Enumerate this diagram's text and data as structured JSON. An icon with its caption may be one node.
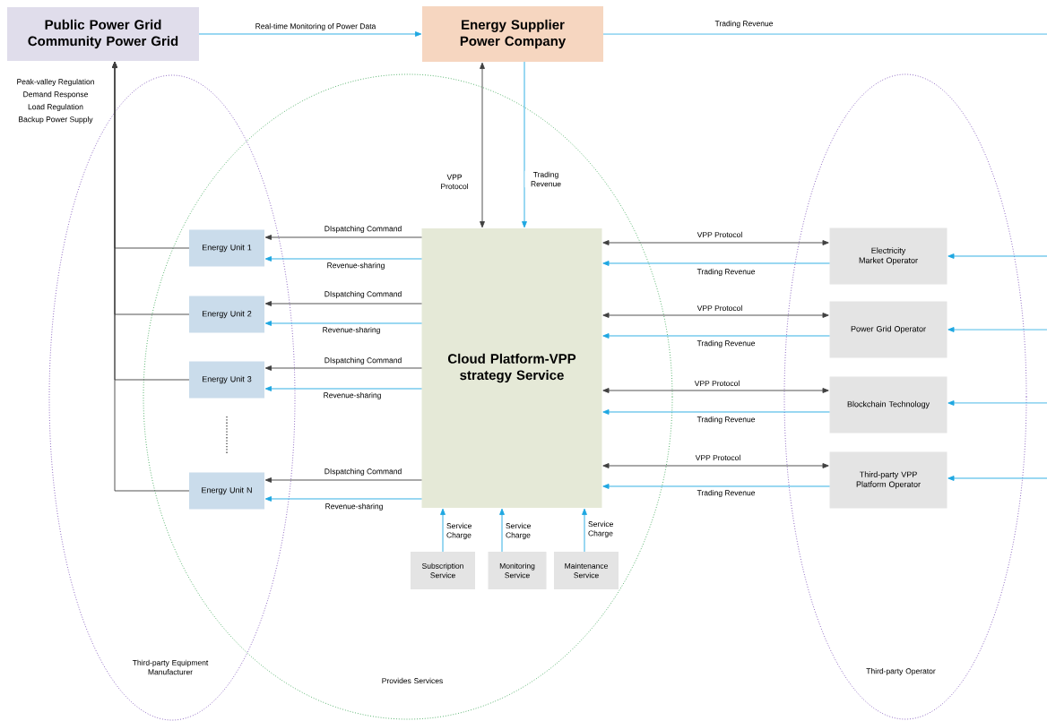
{
  "diagram": {
    "nodes": [
      {
        "text": [
          "Public Power Grid",
          "Community Power Grid"
        ]
      },
      {
        "text": [
          "Energy Supplier",
          "Power Company"
        ]
      },
      {
        "text": [
          "Cloud Platform-VPP strategy Service"
        ]
      },
      {
        "text": [
          "Energy Unit 1"
        ]
      },
      {
        "text": [
          "Energy Unit 2"
        ]
      },
      {
        "text": [
          "Energy Unit 3"
        ]
      },
      {
        "text": [
          "Energy Unit N"
        ]
      },
      {
        "text": [
          "Electricity Market Operator"
        ]
      },
      {
        "text": [
          "Power Grid Operator"
        ]
      },
      {
        "text": [
          "Blockchain Technology"
        ]
      },
      {
        "text": [
          "Third-party VPP Platform Operator"
        ]
      },
      {
        "text": [
          "Subscription Service"
        ]
      },
      {
        "text": [
          "Monitoring Service"
        ]
      },
      {
        "text": [
          "Maintenance Service"
        ]
      }
    ],
    "edges": [
      {
        "from": 0,
        "to": 1,
        "arrow": "to",
        "label": "Real-time Monitoring of Power Data"
      },
      {
        "from": 1,
        "to": null,
        "arrow": "none",
        "label": "Trading Revenue"
      },
      {
        "from": 1,
        "to": 2,
        "arrow": "both",
        "label": "VPP Protocol",
        "color": "#404040"
      },
      {
        "from": 1,
        "to": 2,
        "arrow": "to",
        "label": "Trading Revenue"
      },
      {
        "from": 3,
        "to": 0,
        "arrow": "to",
        "color": "#404040"
      },
      {
        "from": 4,
        "to": 0,
        "arrow": "to",
        "color": "#404040"
      },
      {
        "from": 5,
        "to": 0,
        "arrow": "to",
        "color": "#404040"
      },
      {
        "from": 6,
        "to": 0,
        "arrow": "to",
        "color": "#404040"
      },
      {
        "from": 2,
        "to": 3,
        "arrow": "to",
        "label": "DIspatching Command",
        "color": "#404040"
      },
      {
        "from": 2,
        "to": 3,
        "arrow": "to",
        "label": "Revenue-sharing"
      },
      {
        "from": 2,
        "to": 4,
        "arrow": "to",
        "label": "DIspatching Command",
        "color": "#404040"
      },
      {
        "from": 2,
        "to": 4,
        "arrow": "to",
        "label": "Revenue-sharing"
      },
      {
        "from": 2,
        "to": 5,
        "arrow": "to",
        "label": "DIspatching Command",
        "color": "#404040"
      },
      {
        "from": 2,
        "to": 5,
        "arrow": "to",
        "label": "Revenue-sharing"
      },
      {
        "from": 2,
        "to": 6,
        "arrow": "to",
        "label": "DIspatching Command",
        "color": "#404040"
      },
      {
        "from": 2,
        "to": 6,
        "arrow": "to",
        "label": "Revenue-sharing"
      },
      {
        "from": 2,
        "to": 7,
        "arrow": "both",
        "label": "VPP Protocol",
        "color": "#404040"
      },
      {
        "from": 7,
        "to": 2,
        "arrow": "to",
        "label": "Trading Revenue"
      },
      {
        "from": 2,
        "to": 8,
        "arrow": "both",
        "label": "VPP Protocol",
        "color": "#404040"
      },
      {
        "from": 8,
        "to": 2,
        "arrow": "to",
        "label": "Trading Revenue"
      },
      {
        "from": 2,
        "to": 9,
        "arrow": "both",
        "label": "VPP Protocol",
        "color": "#404040"
      },
      {
        "from": 9,
        "to": 2,
        "arrow": "to",
        "label": "Trading Revenue"
      },
      {
        "from": 2,
        "to": 10,
        "arrow": "both",
        "label": "VPP Protocol",
        "color": "#404040"
      },
      {
        "from": 10,
        "to": 2,
        "arrow": "to",
        "label": "Trading Revenue"
      },
      {
        "from": null,
        "to": 7,
        "arrow": "to"
      },
      {
        "from": null,
        "to": 8,
        "arrow": "to"
      },
      {
        "from": null,
        "to": 9,
        "arrow": "to"
      },
      {
        "from": null,
        "to": 10,
        "arrow": "to"
      },
      {
        "from": 11,
        "to": 2,
        "arrow": "to",
        "label": "Service Charge"
      },
      {
        "from": 12,
        "to": 2,
        "arrow": "to",
        "label": "Service Charge"
      },
      {
        "from": 13,
        "to": 2,
        "arrow": "to",
        "label": "Service Charge"
      }
    ],
    "labels": [
      "Peak-valley Regulation",
      "Demand Response",
      "Load Regulation",
      "Backup Power Supply",
      "Third-party Equipment Manufacturer",
      "Provides Services",
      "Third-party Operator"
    ]
  }
}
